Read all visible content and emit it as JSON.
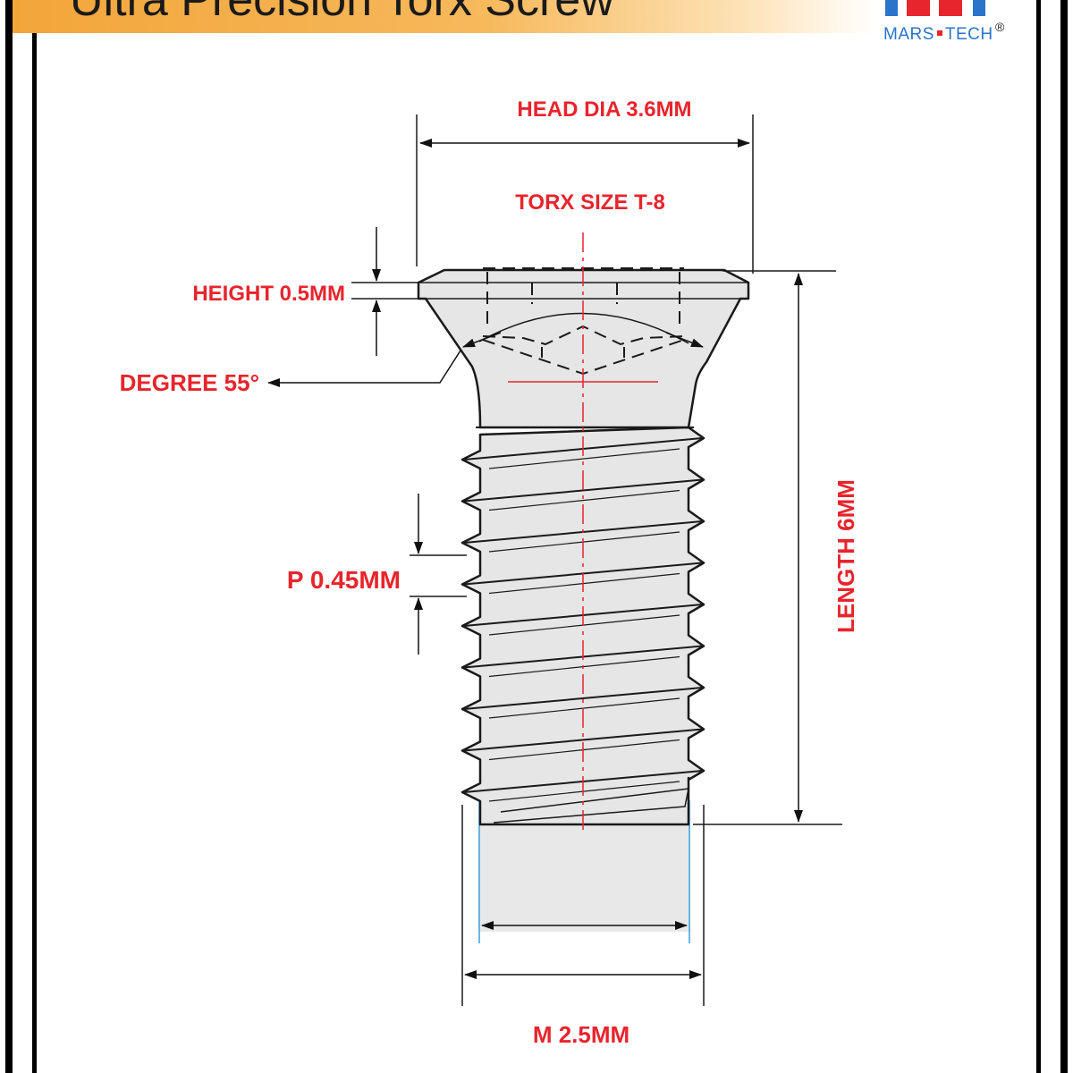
{
  "title": "Ultra Precision Torx Screw",
  "brand": {
    "left": "MARS",
    "right": "TECH",
    "registered": "®",
    "colors": {
      "blue": "#2a74c9",
      "red": "#e8242c"
    }
  },
  "colors": {
    "title_bar": "#f3a53a",
    "dimension_text": "#e8242c",
    "outline": "#1a1a1a",
    "body_fill": "#e6e6e6",
    "centerline": "#e8242c",
    "shank_edge": "#3aa0e0"
  },
  "dimensions": {
    "head_dia": "HEAD DIA 3.6MM",
    "torx_size": "TORX SIZE T-8",
    "height": "HEIGHT 0.5MM",
    "degree": "DEGREE 55°",
    "pitch": "P 0.45MM",
    "length": "LENGTH 6MM",
    "thread": "M 2.5MM"
  }
}
